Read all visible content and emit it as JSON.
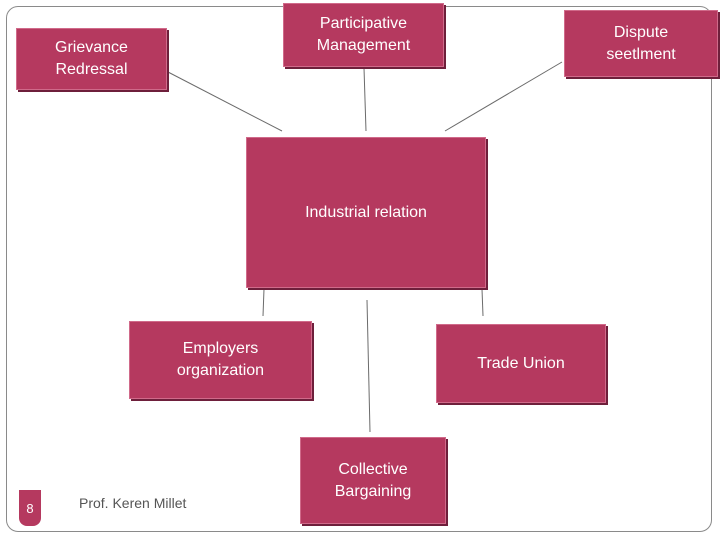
{
  "diagram": {
    "nodes": {
      "grievance": "Grievance\nRedressal",
      "participative": "Participative\nManagement",
      "dispute": "Dispute\nseetlment",
      "center": "Industrial relation",
      "employers": "Employers\norganization",
      "trade_union": "Trade Union",
      "collective": "Collective\nBargaining"
    }
  },
  "footer": {
    "page_number": "8",
    "author": "Prof. Keren Millet"
  },
  "colors": {
    "box_fill": "#b5395f",
    "box_text": "#ffffff"
  }
}
